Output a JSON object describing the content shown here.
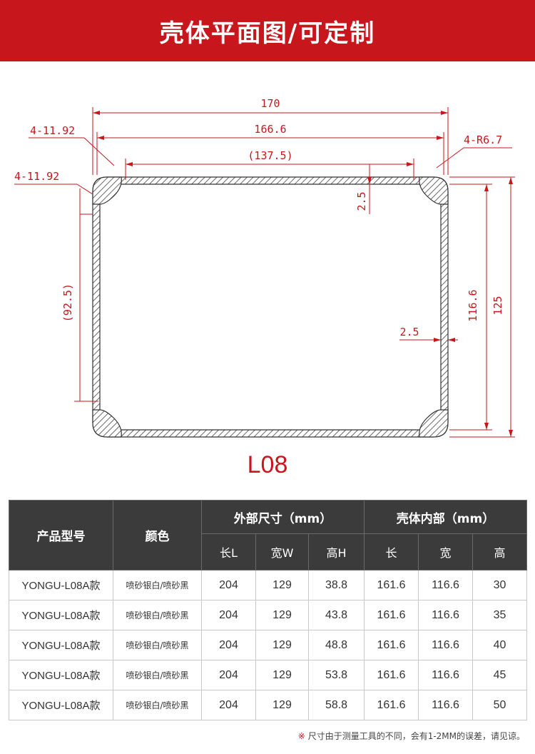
{
  "header": {
    "title": "壳体平面图/可定制"
  },
  "drawing": {
    "dims": {
      "outer_width": "170",
      "inner_width": "166.6",
      "inner_span": "(137.5)",
      "corner_left_top": "4-11.92",
      "corner_left_side": "4-11.92",
      "corner_radius": "4-R6.7",
      "wall_top": "2.5",
      "wall_right": "2.5",
      "left_height": "(92.5)",
      "inner_height": "116.6",
      "outer_height": "125"
    },
    "model": "L08"
  },
  "table": {
    "headers": {
      "product": "产品型号",
      "color": "颜色",
      "outer": "外部尺寸（mm）",
      "inner": "壳体内部（mm）",
      "length": "长L",
      "width": "宽W",
      "height": "高H",
      "in_length": "长",
      "in_width": "宽",
      "in_height": "高"
    },
    "rows": [
      {
        "model": "YONGU-L08A款",
        "color": "喷砂银白/喷砂黑",
        "L": "204",
        "W": "129",
        "H": "38.8",
        "il": "161.6",
        "iw": "116.6",
        "ih": "30"
      },
      {
        "model": "YONGU-L08A款",
        "color": "喷砂银白/喷砂黑",
        "L": "204",
        "W": "129",
        "H": "43.8",
        "il": "161.6",
        "iw": "116.6",
        "ih": "35"
      },
      {
        "model": "YONGU-L08A款",
        "color": "喷砂银白/喷砂黑",
        "L": "204",
        "W": "129",
        "H": "48.8",
        "il": "161.6",
        "iw": "116.6",
        "ih": "40"
      },
      {
        "model": "YONGU-L08A款",
        "color": "喷砂银白/喷砂黑",
        "L": "204",
        "W": "129",
        "H": "53.8",
        "il": "161.6",
        "iw": "116.6",
        "ih": "45"
      },
      {
        "model": "YONGU-L08A款",
        "color": "喷砂银白/喷砂黑",
        "L": "204",
        "W": "129",
        "H": "58.8",
        "il": "161.6",
        "iw": "116.6",
        "ih": "50"
      }
    ]
  },
  "footnote": {
    "mark": "※",
    "text": "尺寸由于测量工具的不同，会有1-2MM的误差，请见谅。"
  },
  "colors": {
    "accent": "#c8161d",
    "header_dark": "#3b3b3b"
  }
}
